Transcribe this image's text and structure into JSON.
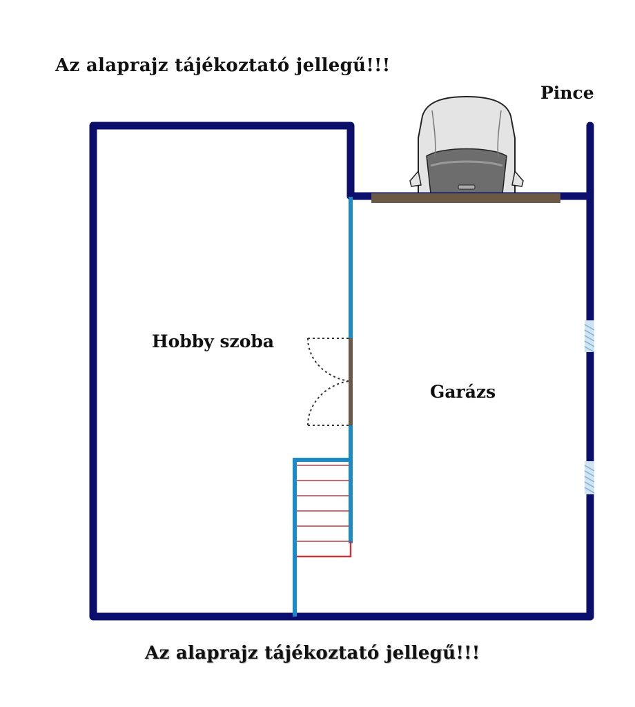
{
  "notes": {
    "top": "Az alaprajz tájékoztató jellegű!!!",
    "bottom": "Az alaprajz tájékoztató jellegű!!!"
  },
  "level": "Pince",
  "rooms": {
    "hobby": "Hobby szoba",
    "garage": "Garázs"
  },
  "colors": {
    "outer_wall": "#0b0f6b",
    "inner_wall": "#1a8ac9",
    "garage_door": "#6b5846",
    "door_swing": "#333333",
    "stairs": "#c0393b",
    "window": "#b8d4ea",
    "car_body": "#e2e2e2",
    "car_glass": "#6a6a6a"
  },
  "icons": [
    "car-icon",
    "door-swing-icon",
    "stairs-icon",
    "window-icon"
  ]
}
